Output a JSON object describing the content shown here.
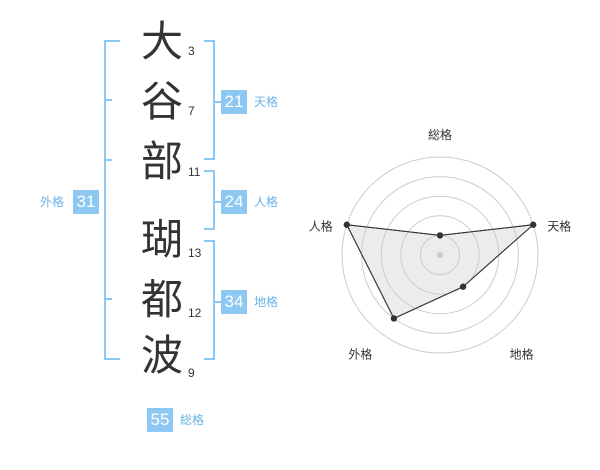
{
  "name": {
    "characters": [
      {
        "char": "大",
        "strokes": "3"
      },
      {
        "char": "谷",
        "strokes": "7"
      },
      {
        "char": "部",
        "strokes": "11"
      },
      {
        "char": "瑚",
        "strokes": "13"
      },
      {
        "char": "都",
        "strokes": "12"
      },
      {
        "char": "波",
        "strokes": "9"
      }
    ]
  },
  "kakusu": {
    "tenkaku": {
      "value": "21",
      "label": "天格"
    },
    "jinkaku": {
      "value": "24",
      "label": "人格"
    },
    "chikaku": {
      "value": "34",
      "label": "地格"
    },
    "gaikaku": {
      "value": "31",
      "label": "外格"
    },
    "soukaku": {
      "value": "55",
      "label": "総格"
    }
  },
  "chart_data": {
    "type": "radar",
    "axes": [
      "総格",
      "天格",
      "地格",
      "外格",
      "人格"
    ],
    "values": [
      1,
      5,
      2,
      4,
      5
    ],
    "scale_max": 5,
    "rings": 5,
    "colors": {
      "fill": "#ececec",
      "line": "#333333",
      "ring": "#cccccc"
    }
  }
}
